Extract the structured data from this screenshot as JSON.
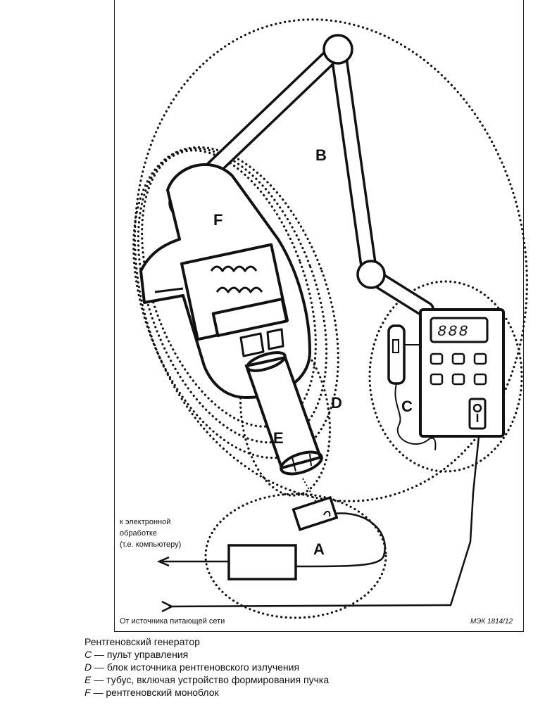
{
  "labels": {
    "a": "A",
    "b": "B",
    "c": "C",
    "d": "D",
    "e": "E",
    "f": "F"
  },
  "display_digits": "888",
  "note_output": [
    "к электронной",
    "обработке",
    "(т.е. компьютеру)"
  ],
  "note_power": "От источника питающей сети",
  "figure_code": "МЭК  1814/12",
  "caption": {
    "title": "Рентгеновский генератор",
    "items": [
      {
        "letter": "C",
        "text": " — пульт управления"
      },
      {
        "letter": "D",
        "text": " — блок источника рентгеновского излучения"
      },
      {
        "letter": "E",
        "text": " — тубус, включая устройство формирования пучка"
      },
      {
        "letter": "F",
        "text": " — рентгеновский моноблок"
      }
    ]
  }
}
